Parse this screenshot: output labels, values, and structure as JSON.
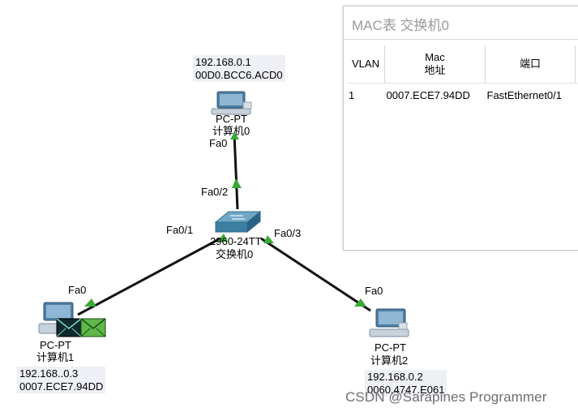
{
  "topology": {
    "pc0": {
      "ip": "192.168.0.1",
      "mac": "00D0.BCC6.ACD0",
      "model": "PC-PT",
      "name": "计算机0",
      "port": "Fa0"
    },
    "pc1": {
      "ip": "192.168..0.3",
      "mac": "0007.ECE7.94DD",
      "model": "PC-PT",
      "name": "计算机1",
      "port": "Fa0"
    },
    "pc2": {
      "ip": "192.168.0.2",
      "mac": "0060.4747.E061",
      "model": "PC-PT",
      "name": "计算机2",
      "port": "Fa0"
    },
    "switch0": {
      "model": "2960-24TT",
      "name": "交换机0",
      "port_up": "Fa0/2",
      "port_left": "Fa0/1",
      "port_right": "Fa0/3"
    },
    "link_color": "#111111",
    "link_end_color": "#3aa935"
  },
  "mac_window": {
    "title": "MAC表 交换机0",
    "headers": {
      "vlan": "VLAN",
      "mac_line1": "Mac",
      "mac_line2": "地址",
      "port": "端口"
    },
    "rows": [
      {
        "vlan": "1",
        "mac": "0007.ECE7.94DD",
        "port": "FastEthernet0/1"
      }
    ]
  },
  "pdu_envelopes": [
    "pdu-envelope-dark",
    "pdu-envelope-green"
  ],
  "watermark": "CSDN @Sarapines Programmer"
}
